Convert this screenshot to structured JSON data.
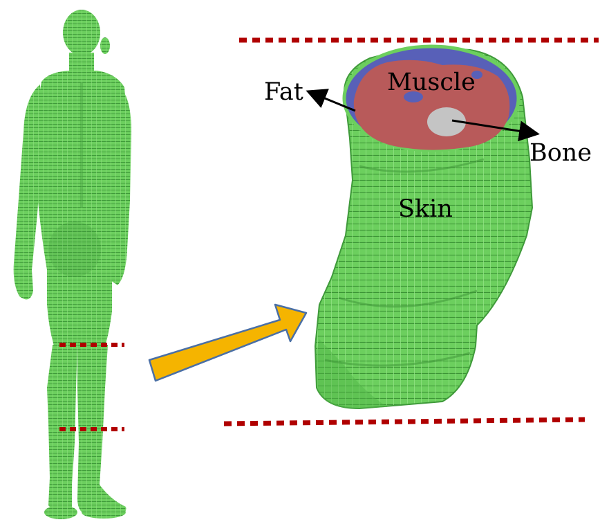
{
  "labels": {
    "fat": "Fat",
    "muscle": "Muscle",
    "bone": "Bone",
    "skin": "Skin"
  },
  "colors": {
    "skin": "#6ccf5e",
    "skin_dark": "#3f9a3a",
    "fat": "#5860b8",
    "muscle": "#b85a5a",
    "bone": "#c4c4c4",
    "arrow": "#f5b400",
    "arrow_edge": "#4a6fa5",
    "dashed_line": "#b00000"
  }
}
